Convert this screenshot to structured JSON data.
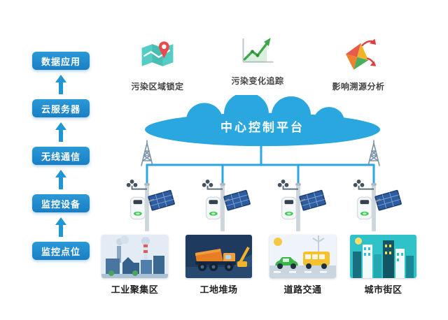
{
  "process_stack": {
    "items": [
      {
        "label": "数据应用"
      },
      {
        "label": "云服务器"
      },
      {
        "label": "无线通信"
      },
      {
        "label": "监控设备"
      },
      {
        "label": "监控点位"
      }
    ]
  },
  "features": [
    {
      "label": "污染区域锁定",
      "icon": "map-pin-icon"
    },
    {
      "label": "污染变化追踪",
      "icon": "trend-chart-icon"
    },
    {
      "label": "影响溯源分析",
      "icon": "kite-arrows-icon"
    }
  ],
  "cloud": {
    "label": "中心控制平台"
  },
  "scenes": [
    {
      "label": "工业聚集区",
      "icon": "industrial-scene-image"
    },
    {
      "label": "工地堆场",
      "icon": "construction-scene-image"
    },
    {
      "label": "道路交通",
      "icon": "traffic-scene-image"
    },
    {
      "label": "城市街区",
      "icon": "city-scene-image"
    }
  ],
  "colors": {
    "node_blue": "#1e87c8",
    "cloud_blue": "#2aa7df",
    "arrow_blue": "#2196d3"
  }
}
